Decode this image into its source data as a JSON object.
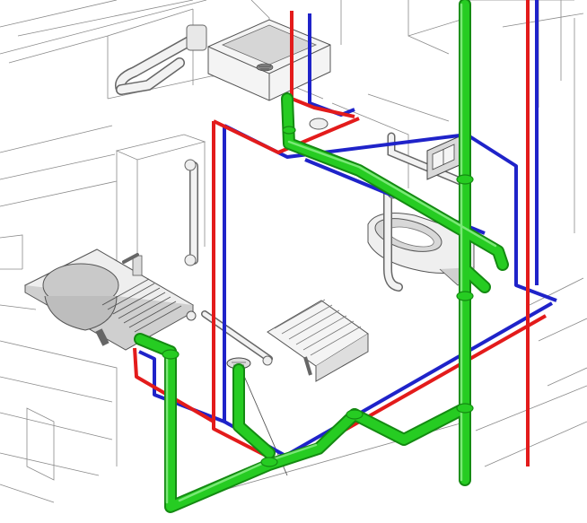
{
  "scene": {
    "kind": "isometric plumbing layout",
    "colors": {
      "waste": "#22c21e",
      "waste_dark": "#148a12",
      "hot_supply": "#e31b1b",
      "cold_supply": "#1f23c9",
      "line": "#7a7a7a",
      "fixture": "#f2f2f2",
      "fixture_shade": "#c8c8c8"
    },
    "fixtures": [
      {
        "name": "washbasin",
        "icon": "washbasin-icon"
      },
      {
        "name": "kitchen-sink",
        "icon": "sink-icon"
      },
      {
        "name": "wall-hung-toilet",
        "icon": "toilet-icon"
      },
      {
        "name": "flush-plate",
        "icon": "flush-plate-icon"
      },
      {
        "name": "folding-shower-seat",
        "icon": "shower-seat-icon"
      },
      {
        "name": "floor-drain",
        "icon": "floor-drain-icon"
      },
      {
        "name": "grab-bars",
        "icon": "grab-bar-icon"
      }
    ]
  }
}
